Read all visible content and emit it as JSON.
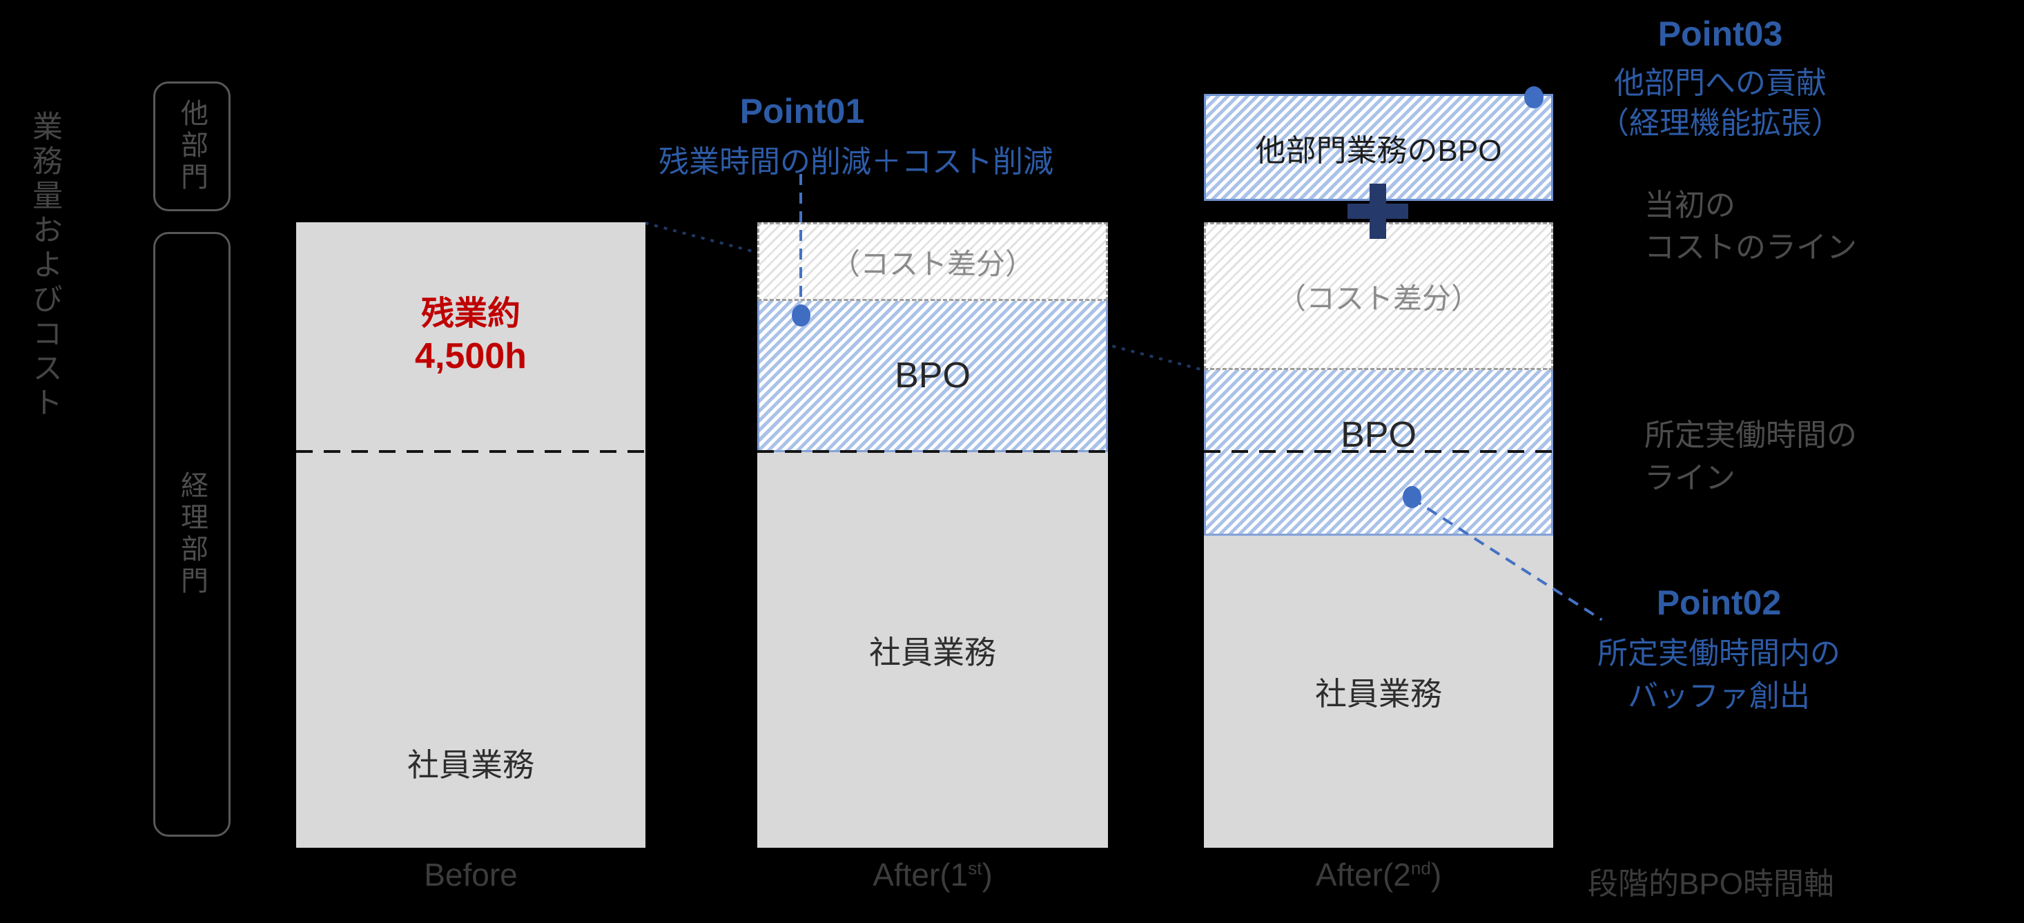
{
  "colors": {
    "background": "#000000",
    "bar_gray": "#d9d9d9",
    "bpo_hatch_blue": "#aac2e8",
    "costdiff_hatch_gray": "#e2e2e2",
    "annotation_blue": "#2d5ba6",
    "leader_blue": "#4472c4",
    "plus_navy": "#26396b",
    "overtime_red": "#c00000",
    "gray_label": "#4c4c4c"
  },
  "y_axis": {
    "label": "業務量およびコスト"
  },
  "brackets": {
    "other_dept": "他部門",
    "accounting_dept": "経理部門"
  },
  "bars": {
    "before": {
      "overtime_line1": "残業約",
      "overtime_line2": "4,500h",
      "employee_label": "社員業務"
    },
    "after1": {
      "cost_diff_label": "（コスト差分）",
      "bpo_label": "BPO",
      "employee_label": "社員業務"
    },
    "after2": {
      "top_box_label": "他部門業務のBPO",
      "cost_diff_label": "（コスト差分）",
      "bpo_label": "BPO",
      "employee_label": "社員業務"
    }
  },
  "annotations": {
    "point01": {
      "title": "Point01",
      "body": "残業時間の削減＋コスト削減"
    },
    "point02": {
      "title": "Point02",
      "body_line1": "所定実働時間内の",
      "body_line2": "バッファ創出"
    },
    "point03": {
      "title": "Point03",
      "body_line1": "他部門への貢献",
      "body_line2": "（経理機能拡張）"
    }
  },
  "reference_lines": {
    "initial_cost": {
      "line1": "当初の",
      "line2": "コストのライン"
    },
    "scheduled_hours": {
      "line1": "所定実働時間の",
      "line2": "ライン"
    }
  },
  "x_axis": {
    "labels": [
      {
        "pre": "Before",
        "sup": "",
        "post": ""
      },
      {
        "pre": "After(1",
        "sup": "st",
        "post": ")"
      },
      {
        "pre": "After(2",
        "sup": "nd",
        "post": ")"
      }
    ],
    "axis_name": "段階的BPO時間軸"
  }
}
